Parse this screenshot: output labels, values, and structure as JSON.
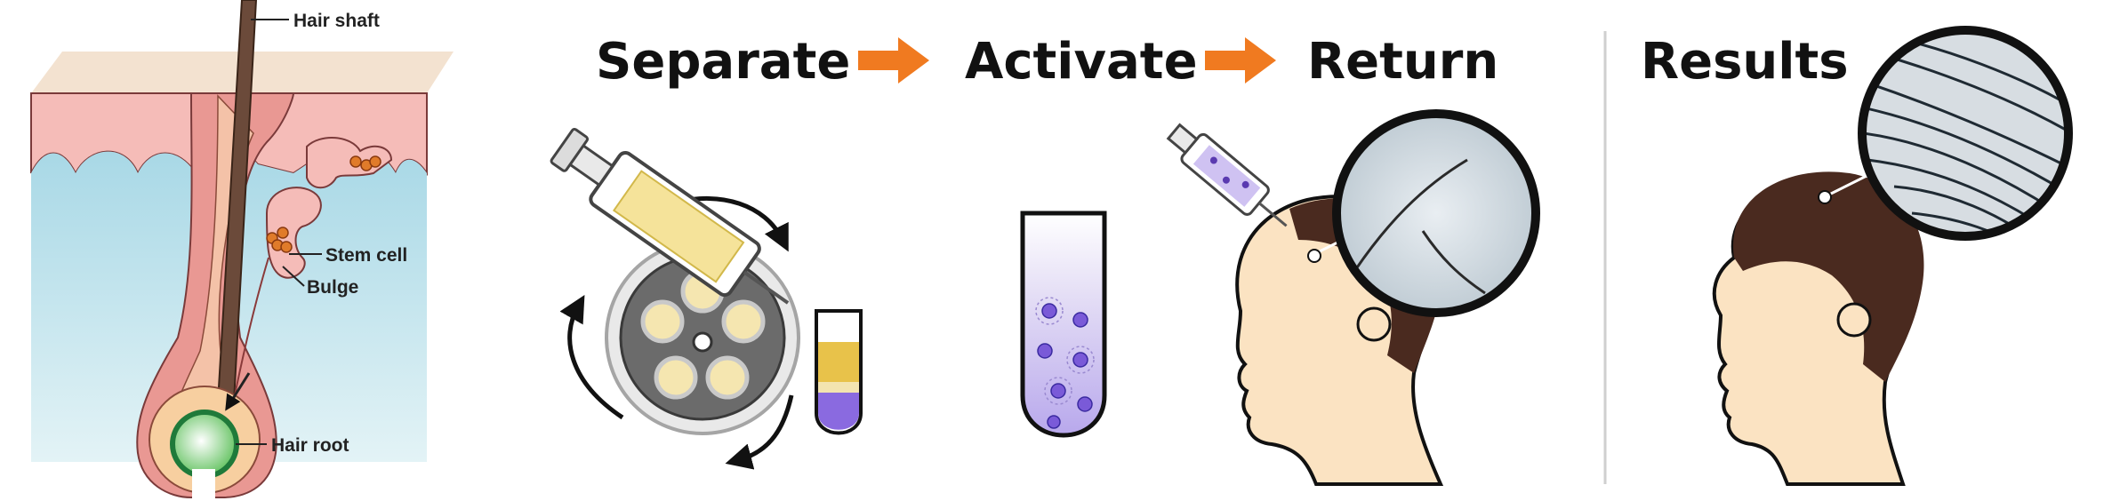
{
  "steps": {
    "separate": "Separate",
    "activate": "Activate",
    "return": "Return",
    "results": "Results"
  },
  "labels": {
    "hair_shaft": "Hair shaft",
    "stem_cell": "Stem cell",
    "bulge": "Bulge",
    "hair_root": "Hair root"
  },
  "colors": {
    "arrow": "#f07a20",
    "skin": "#f6c3bd",
    "dermis": "#bfe3ec",
    "follicle": "#e88f8c",
    "stem_cell": "#e07b2a",
    "root": "#7fcf6e",
    "hair": "#4a2a1f",
    "cells": "#7a5ad8",
    "plasma": "#e8c24a",
    "face": "#fbe3c2"
  }
}
